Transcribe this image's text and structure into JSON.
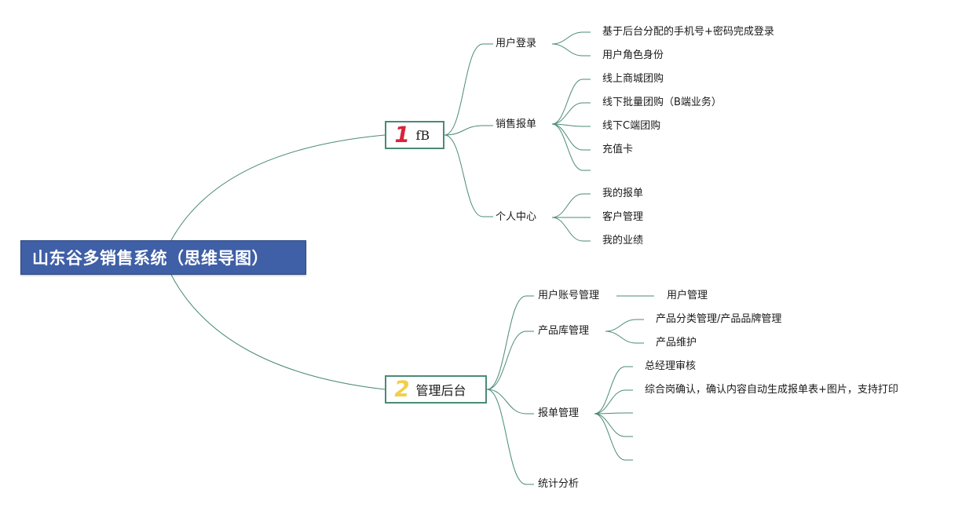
{
  "title": "山东谷多销售系统（思维导图）",
  "colors": {
    "root_bg": "#3f5fa6",
    "line": "#4a8a78",
    "num1": "#d9233a",
    "num2": "#f2cf4a"
  },
  "branch1": {
    "number": "1",
    "label": "fB",
    "children": {
      "user_login": {
        "label": "用户登录",
        "items": [
          "基于后台分配的手机号+密码完成登录",
          "用户角色身份"
        ]
      },
      "sales_report": {
        "label": "销售报单",
        "items": [
          "线上商城团购",
          "线下批量团购（B端业务）",
          "线下C端团购",
          "充值卡"
        ]
      },
      "personal_center": {
        "label": "个人中心",
        "items": [
          "我的报单",
          "客户管理",
          "我的业绩"
        ]
      }
    }
  },
  "branch2": {
    "number": "2",
    "label": "管理后台",
    "children": {
      "account_mgmt": {
        "label": "用户账号管理",
        "items": [
          "用户管理"
        ]
      },
      "product_mgmt": {
        "label": "产品库管理",
        "items": [
          "产品分类管理/产品品牌管理",
          "产品维护"
        ]
      },
      "report_mgmt": {
        "label": "报单管理",
        "items": [
          "总经理审核",
          "综合岗确认，确认内容自动生成报单表+图片，支持打印"
        ]
      },
      "stats": {
        "label": "统计分析"
      }
    }
  }
}
